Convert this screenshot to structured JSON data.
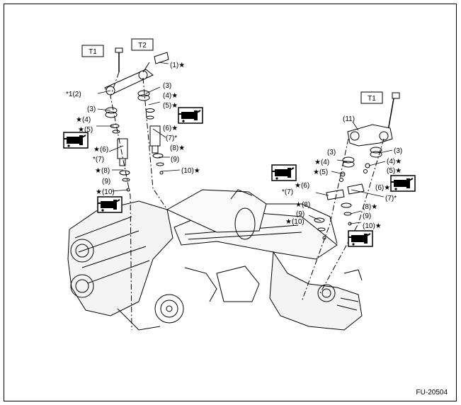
{
  "figure_id": "FU-20504",
  "torque_labels": {
    "t1": "T1",
    "t2": "T2"
  },
  "symbols": {
    "star": "★",
    "asterisk": "*",
    "asterisk1": "*1"
  },
  "parts": {
    "p1": "(1)",
    "p2": "(2)",
    "p3": "(3)",
    "p4": "(4)",
    "p5": "(5)",
    "p6": "(6)",
    "p7": "(7)",
    "p8": "(8)",
    "p9": "(9)",
    "p10": "(10)",
    "p11": "(11)"
  },
  "icons": {
    "oil_can": "oil-application-icon"
  }
}
